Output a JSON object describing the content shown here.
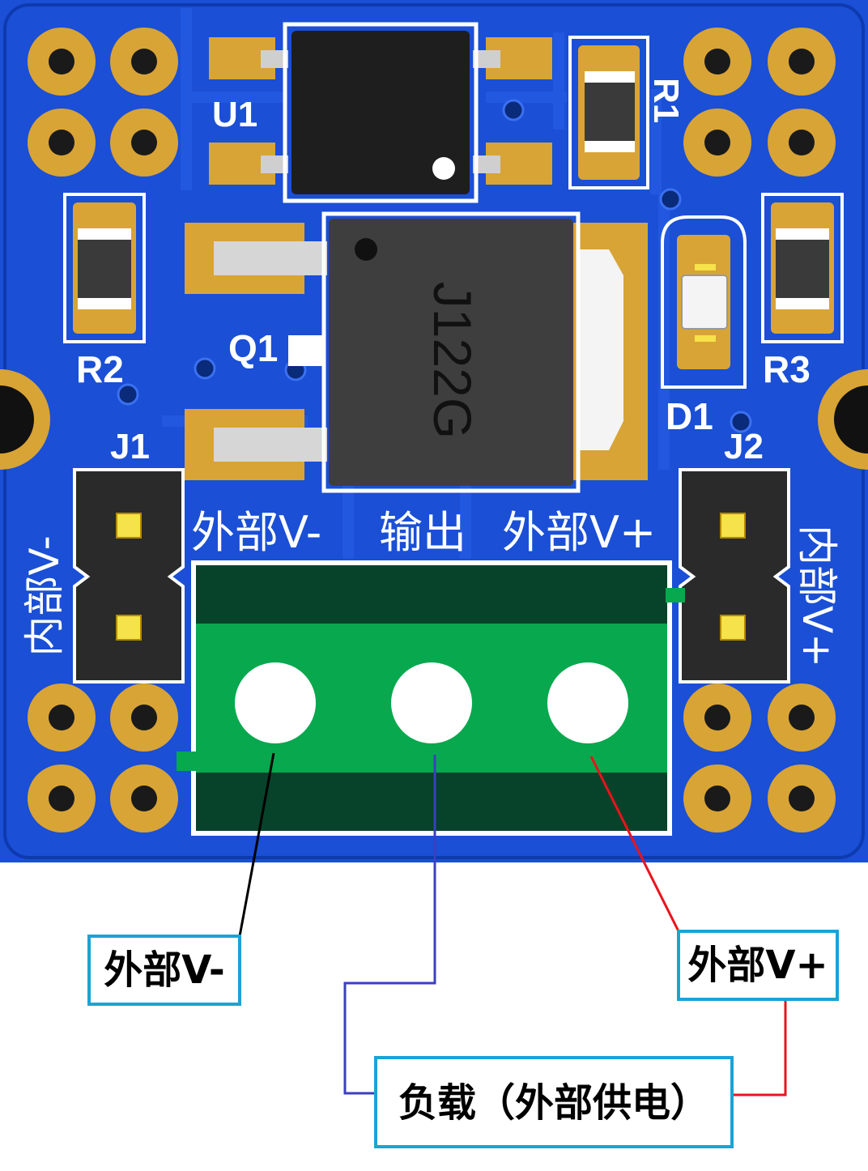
{
  "board": {
    "colors": {
      "pcb": "#1a4fd6",
      "pcb_edge": "#0d3ab0",
      "gold": "#d8a436",
      "terminal_light": "#08a84e",
      "terminal_dark": "#06432a",
      "header_black": "#2a2a2a",
      "silk": "#ffffff"
    },
    "components": {
      "u1_label": "U1",
      "r1_label": "R1",
      "r2_label": "R2",
      "r3_label": "R3",
      "q1_label": "Q1",
      "q1_marking": "J122G",
      "d1_label": "D1",
      "j1_label": "J1",
      "j2_label": "J2"
    },
    "silkscreen": {
      "terminal_left": "外部V-",
      "terminal_middle": "输出",
      "terminal_right": "外部V+",
      "j1_side": "内部V-",
      "j2_side": "内部V+"
    }
  },
  "callouts": {
    "ext_vminus": "外部V-",
    "ext_vplus": "外部V+",
    "load": "负载（外部供电）",
    "colors": {
      "box_border": "#1aa3d6",
      "wire_black": "#000000",
      "wire_blue": "#3b3fbf",
      "wire_red": "#e8141b"
    }
  }
}
